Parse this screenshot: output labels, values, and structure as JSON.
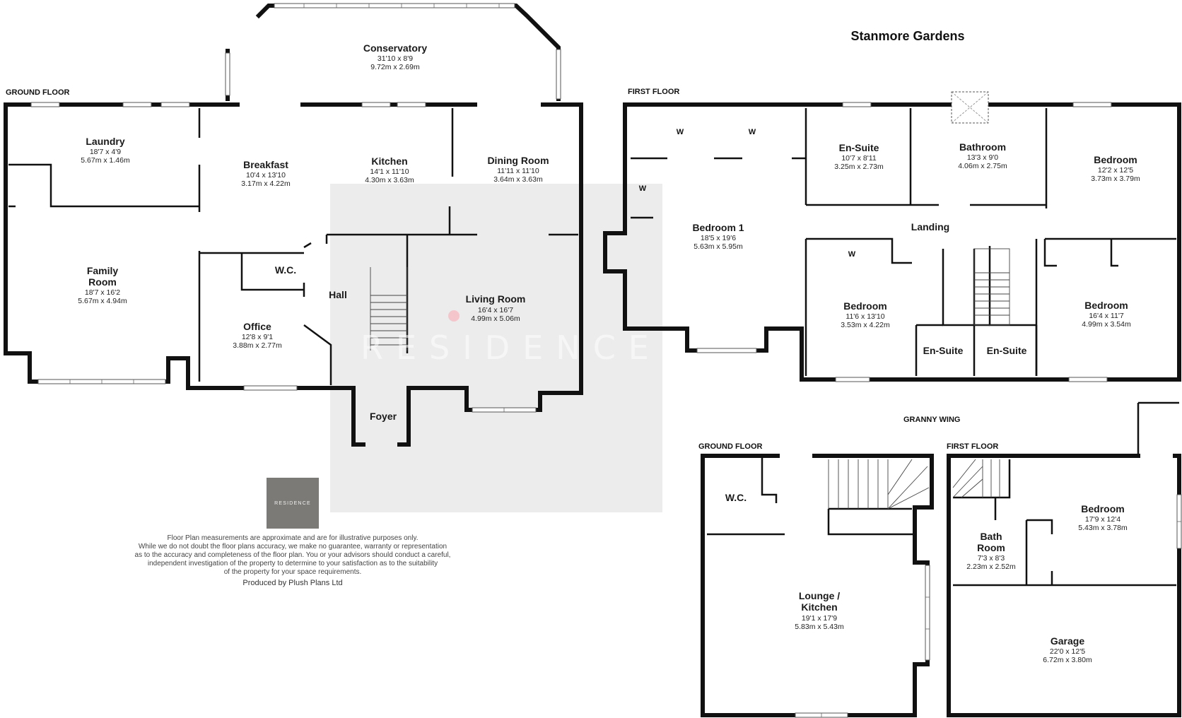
{
  "title": "Stanmore Gardens",
  "floor_labels": {
    "main_ground": "GROUND FLOOR",
    "main_first": "FIRST FLOOR",
    "granny_wing": "GRANNY WING",
    "granny_ground": "GROUND FLOOR",
    "granny_first": "FIRST FLOOR"
  },
  "rooms": {
    "conservatory": {
      "name": "Conservatory",
      "imperial": "31'10 x 8'9",
      "metric": "9.72m x 2.69m"
    },
    "laundry": {
      "name": "Laundry",
      "imperial": "18'7 x 4'9",
      "metric": "5.67m x 1.46m"
    },
    "breakfast": {
      "name": "Breakfast",
      "imperial": "10'4 x 13'10",
      "metric": "3.17m x 4.22m"
    },
    "kitchen": {
      "name": "Kitchen",
      "imperial": "14'1 x 11'10",
      "metric": "4.30m x 3.63m"
    },
    "dining": {
      "name": "Dining Room",
      "imperial": "11'11 x 11'10",
      "metric": "3.64m x 3.63m"
    },
    "family": {
      "name1": "Family",
      "name2": "Room",
      "imperial": "18'7 x 16'2",
      "metric": "5.67m x 4.94m"
    },
    "wc": {
      "name": "W.C."
    },
    "hall": {
      "name": "Hall"
    },
    "office": {
      "name": "Office",
      "imperial": "12'8 x 9'1",
      "metric": "3.88m x 2.77m"
    },
    "living": {
      "name": "Living Room",
      "imperial": "16'4 x 16'7",
      "metric": "4.99m x 5.06m"
    },
    "foyer": {
      "name": "Foyer"
    },
    "ensuite_top": {
      "name": "En-Suite",
      "imperial": "10'7 x 8'11",
      "metric": "3.25m x 2.73m"
    },
    "bathroom": {
      "name": "Bathroom",
      "imperial": "13'3 x 9'0",
      "metric": "4.06m x 2.75m"
    },
    "bedroom_ne": {
      "name": "Bedroom",
      "imperial": "12'2 x 12'5",
      "metric": "3.73m x 3.79m"
    },
    "bedroom1": {
      "name": "Bedroom 1",
      "imperial": "18'5 x 19'6",
      "metric": "5.63m x 5.95m"
    },
    "landing": {
      "name": "Landing"
    },
    "bedroom_mid": {
      "name": "Bedroom",
      "imperial": "11'6 x 13'10",
      "metric": "3.53m x 4.22m"
    },
    "bedroom_se": {
      "name": "Bedroom",
      "imperial": "16'4 x 11'7",
      "metric": "4.99m x 3.54m"
    },
    "ensuite_a": {
      "name": "En-Suite"
    },
    "ensuite_b": {
      "name": "En-Suite"
    },
    "g_wc": {
      "name": "W.C."
    },
    "lounge": {
      "name1": "Lounge /",
      "name2": "Kitchen",
      "imperial": "19'1 x 17'9",
      "metric": "5.83m x 5.43m"
    },
    "g_bedroom": {
      "name": "Bedroom",
      "imperial": "17'9 x 12'4",
      "metric": "5.43m x 3.78m"
    },
    "bath": {
      "name1": "Bath",
      "name2": "Room",
      "imperial": "7'3 x 8'3",
      "metric": "2.23m x 2.52m"
    },
    "garage": {
      "name": "Garage",
      "imperial": "22'0 x 12'5",
      "metric": "6.72m x 3.80m"
    }
  },
  "wardrobe_label": "W",
  "watermark": "RESIDENCE",
  "logo_text": "RESIDENCE",
  "disclaimer": [
    "Floor Plan measurements are approximate and are for illustrative purposes only.",
    "While we do not doubt the floor plans accuracy, we make no guarantee, warranty or representation",
    "as to the accuracy and completeness of the floor plan. You or your advisors should conduct a careful,",
    "independent investigation of the property to determine to your satisfaction as to the suitability",
    "of the property for your space requirements."
  ],
  "producer": "Produced by Plush Plans Ltd"
}
